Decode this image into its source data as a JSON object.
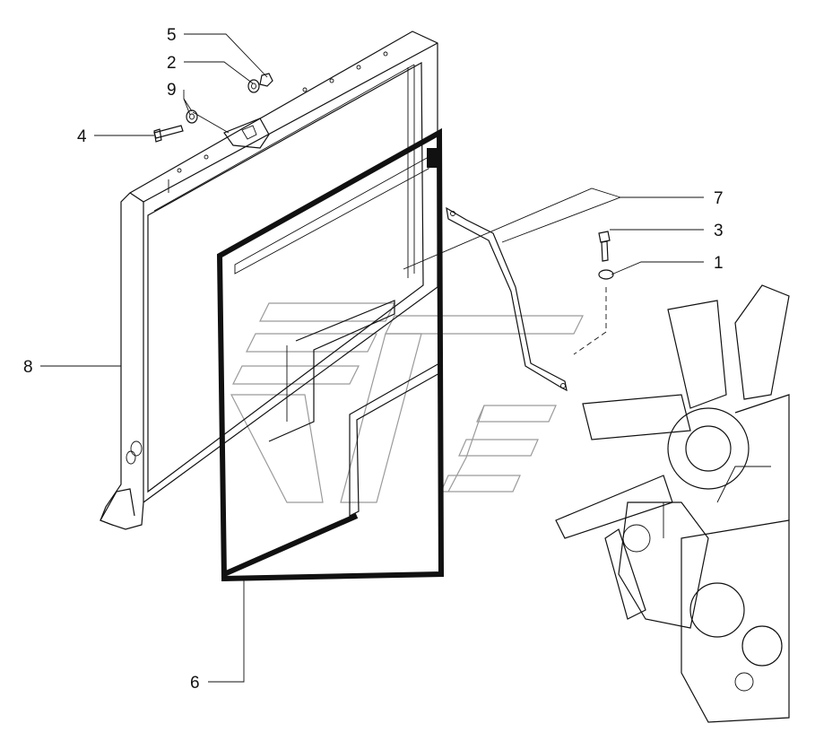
{
  "diagram": {
    "callouts": [
      {
        "key": "5",
        "label": "5"
      },
      {
        "key": "2",
        "label": "2"
      },
      {
        "key": "9",
        "label": "9"
      },
      {
        "key": "4",
        "label": "4"
      },
      {
        "key": "7",
        "label": "7"
      },
      {
        "key": "3",
        "label": "3"
      },
      {
        "key": "1",
        "label": "1"
      },
      {
        "key": "8",
        "label": "8"
      },
      {
        "key": "6",
        "label": "6"
      }
    ],
    "colors": {
      "line": "#111111",
      "background": "#ffffff",
      "watermark": "#9a9a9a"
    }
  }
}
